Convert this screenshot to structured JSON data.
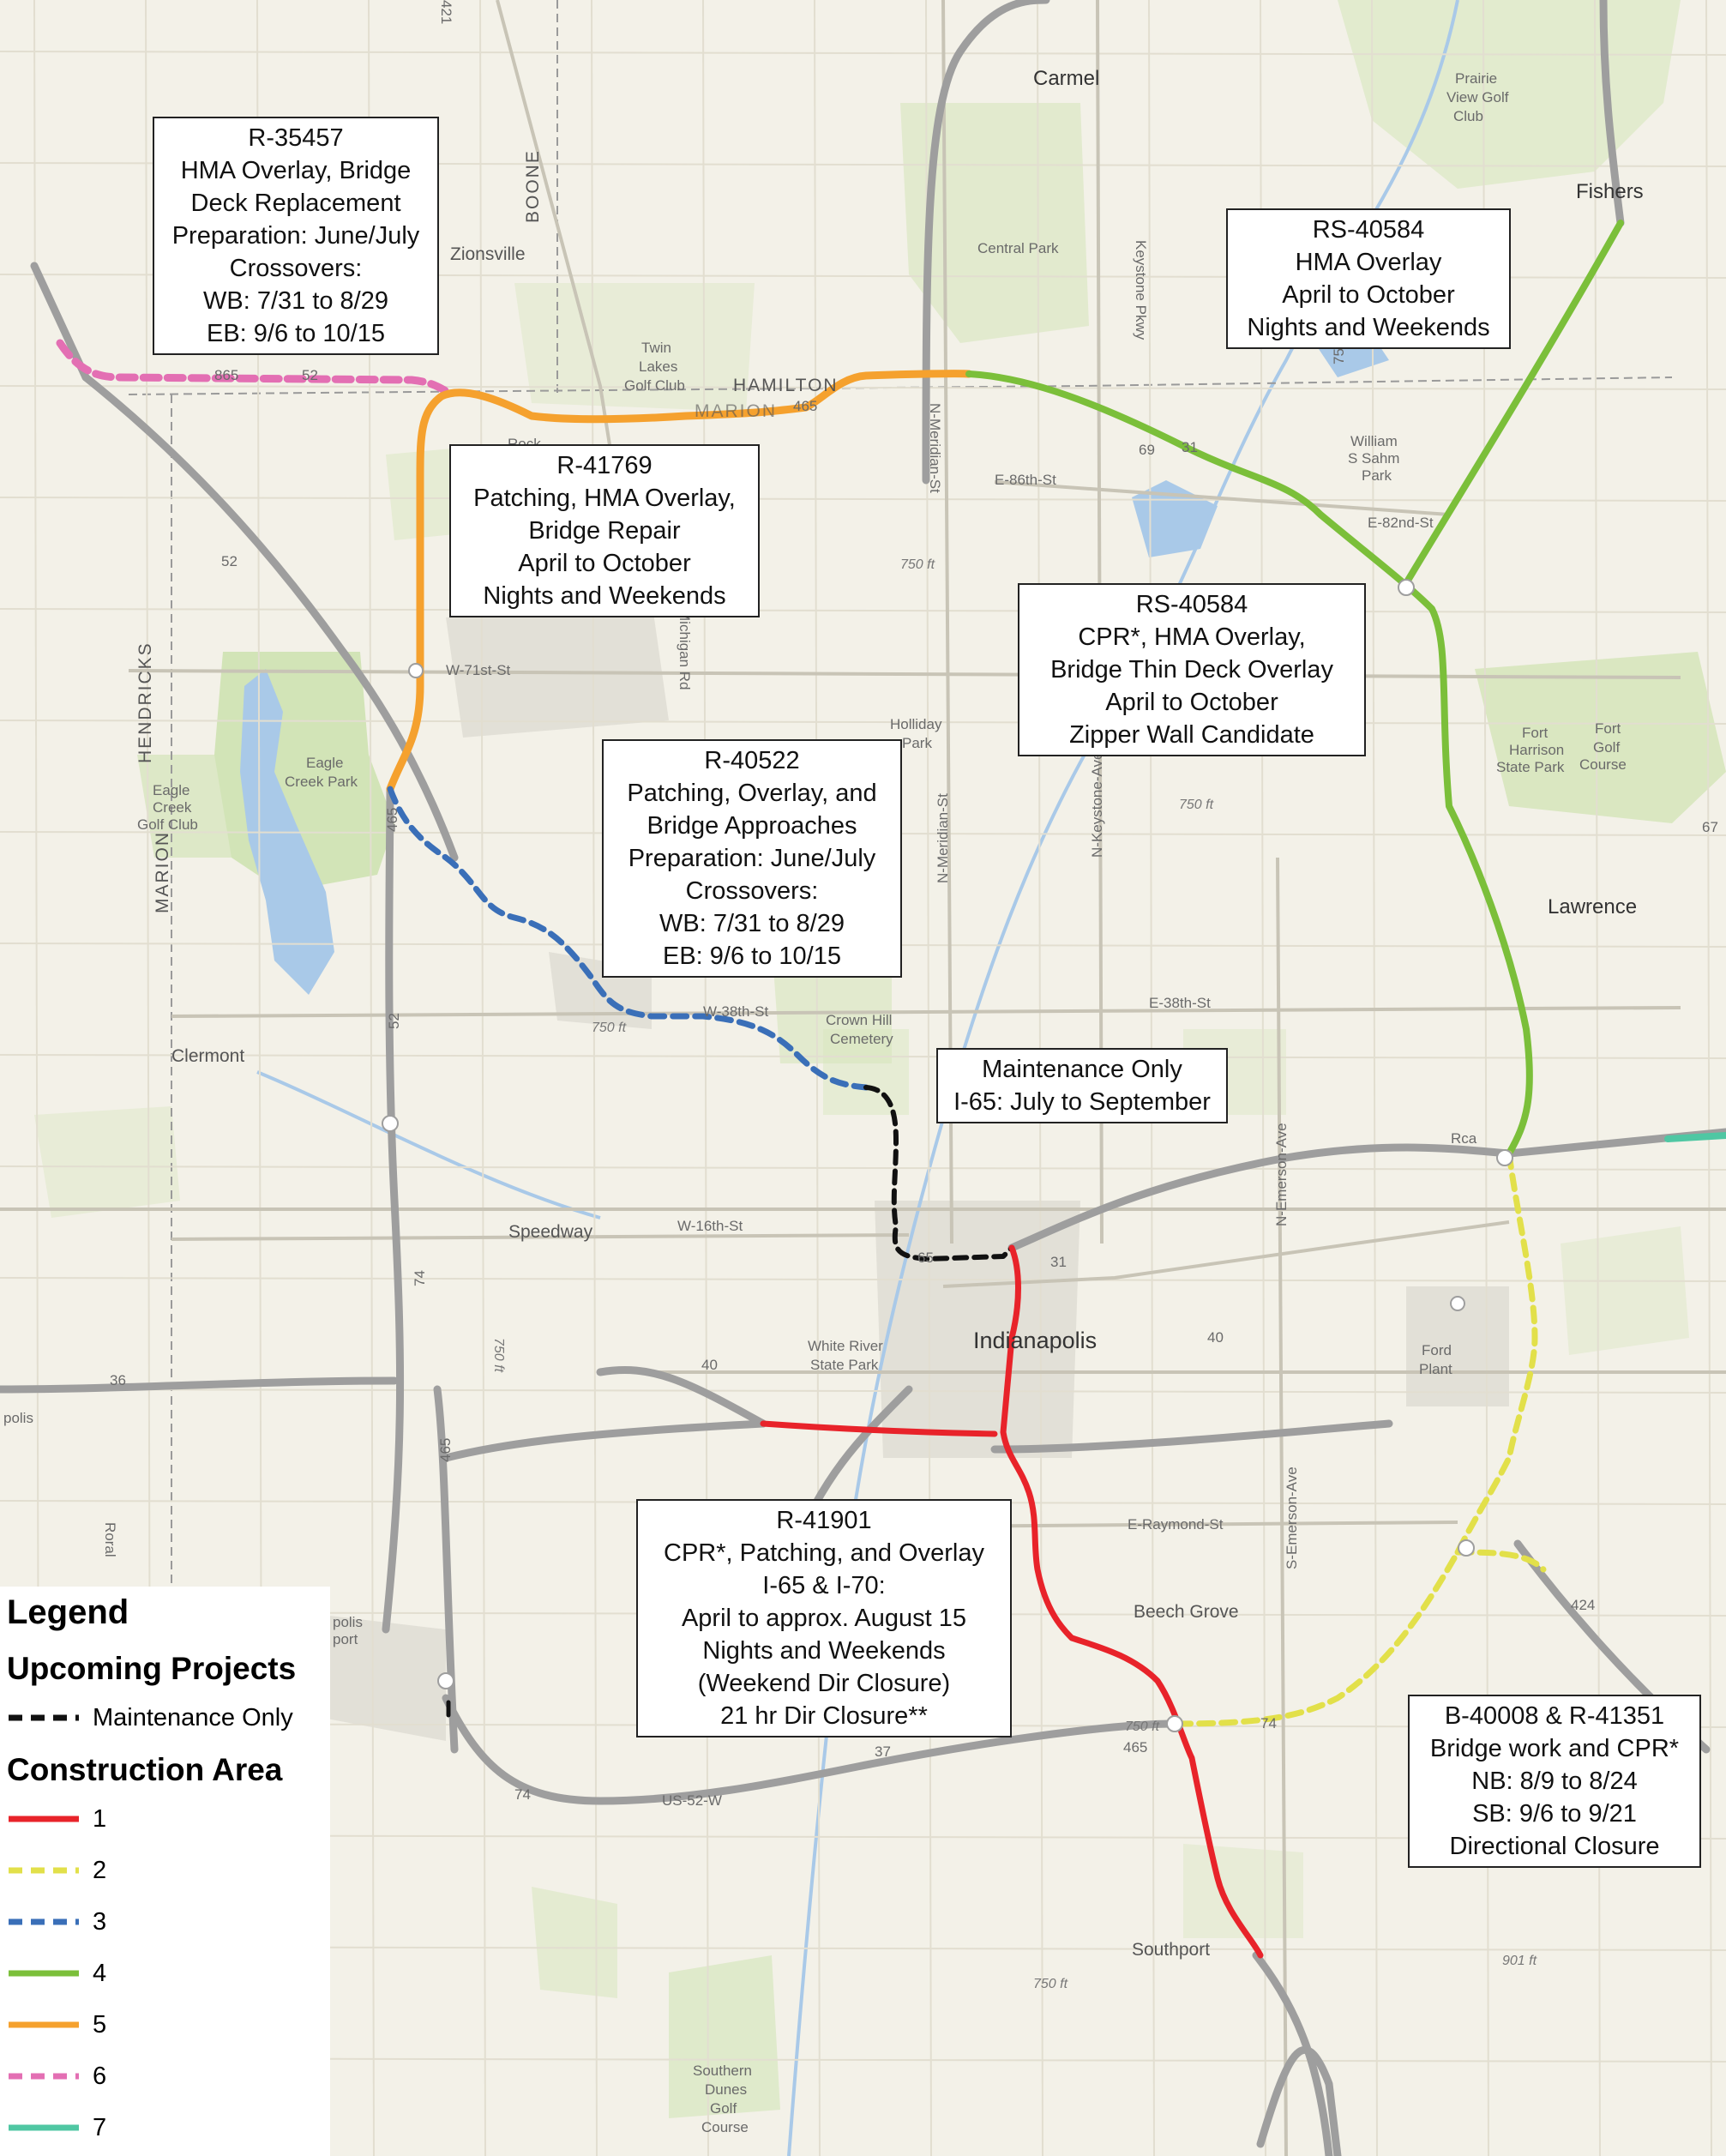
{
  "callouts": [
    {
      "id": "r35457",
      "lines": [
        "R-35457",
        "HMA Overlay, Bridge",
        "Deck Replacement",
        "Preparation: June/July",
        "Crossovers:",
        "WB: 7/31 to 8/29",
        "EB: 9/6 to 10/15"
      ]
    },
    {
      "id": "rs40584a",
      "lines": [
        "RS-40584",
        "HMA Overlay",
        "April to October",
        "Nights and Weekends"
      ]
    },
    {
      "id": "r41769",
      "lines": [
        "R-41769",
        "Patching, HMA Overlay,",
        "Bridge Repair",
        "April to October",
        "Nights and Weekends"
      ]
    },
    {
      "id": "rs40584b",
      "lines": [
        "RS-40584",
        "CPR*, HMA Overlay,",
        "Bridge Thin Deck Overlay",
        "April to October",
        "Zipper Wall Candidate"
      ]
    },
    {
      "id": "r40522",
      "lines": [
        "R-40522",
        "Patching, Overlay, and",
        "Bridge Approaches",
        "Preparation: June/July",
        "Crossovers:",
        "WB: 7/31 to 8/29",
        "EB: 9/6 to 10/15"
      ]
    },
    {
      "id": "maint",
      "lines": [
        "Maintenance Only",
        "I-65: July to September"
      ]
    },
    {
      "id": "r41901",
      "lines": [
        "R-41901",
        "CPR*, Patching, and Overlay",
        "I-65 & I-70:",
        "April to approx. August 15",
        "Nights and Weekends",
        "(Weekend Dir Closure)",
        "21 hr Dir Closure**"
      ]
    },
    {
      "id": "b40008",
      "lines": [
        "B-40008 & R-41351",
        "Bridge work and CPR*",
        "NB: 8/9 to 8/24",
        "SB: 9/6 to 9/21",
        "Directional Closure"
      ]
    }
  ],
  "places": {
    "carmel": "Carmel",
    "fishers": "Fishers",
    "zionsville": "Zionsville",
    "prairie": "Prairie",
    "viewgolf": "View Golf",
    "club": "Club",
    "centralpark": "Central Park",
    "keystonepkwy": "Keystone Pkwy",
    "twin": "Twin",
    "lakes": "Lakes",
    "golfclub": "Golf Club",
    "hamilton": "HAMILTON",
    "marion": "MARION",
    "boone": "BOONE",
    "hendricks": "HENDRICKS",
    "marion2": "MARION",
    "william": "William",
    "ssahm": "S Sahm",
    "park": "Park",
    "e86": "E-86th-St",
    "e82": "E-82nd-St",
    "w71": "W-71st-St",
    "eagle": "Eagle",
    "creekpark": "Creek Park",
    "eaglecreek1": "Eagle",
    "eaglecreek2": "Creek",
    "eaglecreek3": "Golf Club",
    "holliday": "Holliday",
    "hpark": "Park",
    "fortharrison1": "Fort",
    "fortharrison2": "Harrison",
    "fortharrison3": "State Park",
    "fortgolf1": "Fort",
    "fortgolf2": "Golf",
    "fortgolf3": "Course",
    "lawrence": "Lawrence",
    "e38": "E-38th-St",
    "w38": "W-38th-St",
    "crownhill1": "Crown Hill",
    "crownhill2": "Cemetery",
    "clermont": "Clermont",
    "speedway": "Speedway",
    "w16": "W-16th-St",
    "indianapolis": "Indianapolis",
    "whiteriver1": "White River",
    "whiteriver2": "State Park",
    "fordplant1": "Ford",
    "fordplant2": "Plant",
    "raymond": "E-Raymond-St",
    "beechgrove": "Beech Grove",
    "us52w": "US-52-W",
    "southport": "Southport",
    "southerndunes1": "Southern",
    "southerndunes2": "Dunes",
    "southerndunes3": "Golf",
    "southerndunes4": "Course",
    "nmeridian": "N-Meridian-St",
    "nmeridian2": "N-Meridian-St",
    "nkeystone": "N-Keystone-Ave",
    "nemerson": "N-Emerson-Ave",
    "semerson": "S-Emerson-Ave",
    "rock": "Rock",
    "indianarod": "Michigan Rd",
    "polis": "polis",
    "rca": "Rca",
    "roral": "Roral",
    "polisport1": "polis",
    "polisport2": "port",
    "el750a": "750 ft",
    "el750b": "750 ft",
    "el750c": "750 ft",
    "el750d": "750 ft",
    "el750e": "750 ft",
    "el901": "901 ft",
    "el750f": "750 ft"
  },
  "routes": {
    "r52a": "52",
    "r52b": "52",
    "r52c": "52",
    "r421": "421",
    "r465a": "465",
    "r465b": "465",
    "r465c": "465",
    "r465d": "465",
    "r69": "69",
    "r74a": "74",
    "r74b": "74",
    "r74c": "74",
    "r40a": "40",
    "r40b": "40",
    "r36": "36",
    "r37": "37",
    "r31": "31",
    "r65": "65",
    "r67": "67",
    "r865": "865",
    "r424": "424",
    "r750n": "750",
    "r31b": "31"
  },
  "legend": {
    "title": "Legend",
    "upcoming": "Upcoming Projects",
    "maint_label": "Maintenance Only",
    "construction": "Construction Area",
    "items": [
      {
        "label": "1",
        "color": "#e8232a",
        "dash": false
      },
      {
        "label": "2",
        "color": "#e2e04a",
        "dash": true
      },
      {
        "label": "3",
        "color": "#3a6fb8",
        "dash": true
      },
      {
        "label": "4",
        "color": "#7bbf3a",
        "dash": false
      },
      {
        "label": "5",
        "color": "#f5a12e",
        "dash": false
      },
      {
        "label": "6",
        "color": "#e36fb3",
        "dash": true
      },
      {
        "label": "7",
        "color": "#4fc7a3",
        "dash": false
      }
    ]
  },
  "colors": {
    "area1": "#e8232a",
    "area2": "#e2e04a",
    "area3": "#3a6fb8",
    "area4": "#7bbf3a",
    "area5": "#f5a12e",
    "area6": "#e36fb3",
    "area7": "#4fc7a3",
    "maint": "#111111"
  }
}
